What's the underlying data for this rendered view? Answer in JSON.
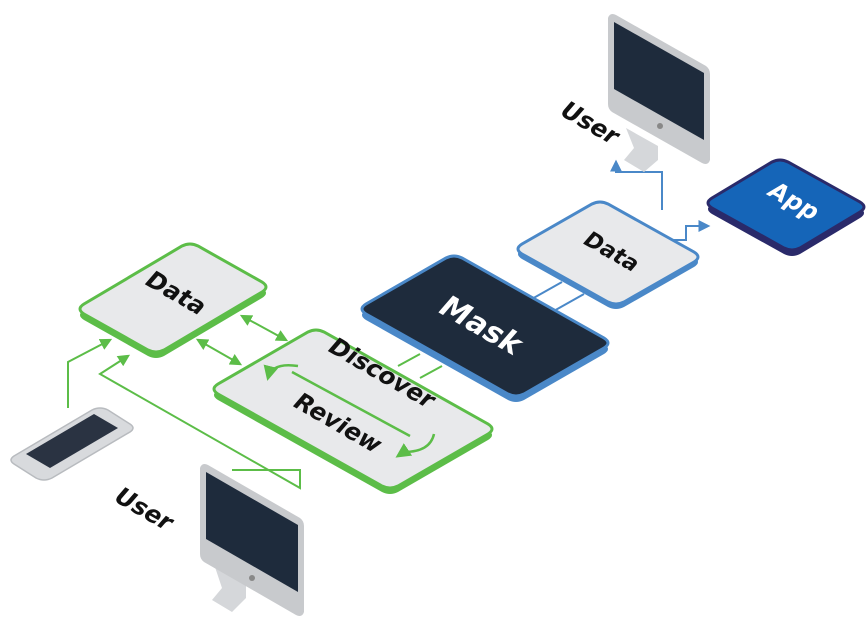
{
  "labels": {
    "data_left": "Data",
    "discover": "Discover",
    "review": "Review",
    "mask": "Mask",
    "data_right": "Data",
    "app": "App",
    "user_bottom": "User",
    "user_top": "User"
  },
  "colors": {
    "green": "#5cbd48",
    "blue": "#4a88c8",
    "navy": "#1e2b3c",
    "app_blue": "#1565b8",
    "app_border": "#2a2a6a",
    "tile_fill": "#e8e9eb"
  },
  "icons": [
    "phone-icon",
    "desktop-monitor-icon",
    "desktop-monitor-icon",
    "bidirectional-arrow-icon",
    "cycle-arrow-icon"
  ]
}
